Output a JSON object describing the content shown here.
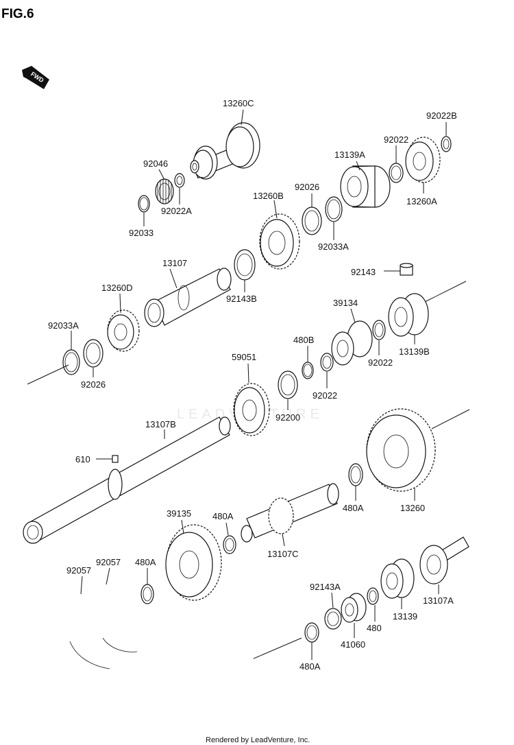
{
  "figure": {
    "title": "FIG.6",
    "direction_label": "FWD",
    "watermark": "LEADVENTURE",
    "footer": "Rendered by LeadVenture, Inc."
  },
  "labels": {
    "p13260C": "13260C",
    "p92022B": "92022B",
    "p92022": "92022",
    "p13139A": "13139A",
    "p92046": "92046",
    "p92026_top": "92026",
    "p13260A": "13260A",
    "p92022A": "92022A",
    "p92033": "92033",
    "p13260B": "13260B",
    "p92033A_top": "92033A",
    "p13107": "13107",
    "p92143": "92143",
    "p13260D": "13260D",
    "p92143B": "92143B",
    "p39134": "39134",
    "p480B": "480B",
    "p92033A_left": "92033A",
    "p13139B": "13139B",
    "p92022_mid": "92022",
    "p92026_left": "92026",
    "p59051": "59051",
    "p92022_mid2": "92022",
    "p92200": "92200",
    "p13107B": "13107B",
    "p610": "610",
    "p480A_ring": "480A",
    "p13260": "13260",
    "p39135": "39135",
    "p480A_shaft": "480A",
    "p13107C": "13107C",
    "p92057_a": "92057",
    "p92057_b": "92057",
    "p480A_gear": "480A",
    "p92143A": "92143A",
    "p13107A": "13107A",
    "p480": "480",
    "p13139": "13139",
    "p41060": "41060",
    "p480A_bottom": "480A"
  }
}
